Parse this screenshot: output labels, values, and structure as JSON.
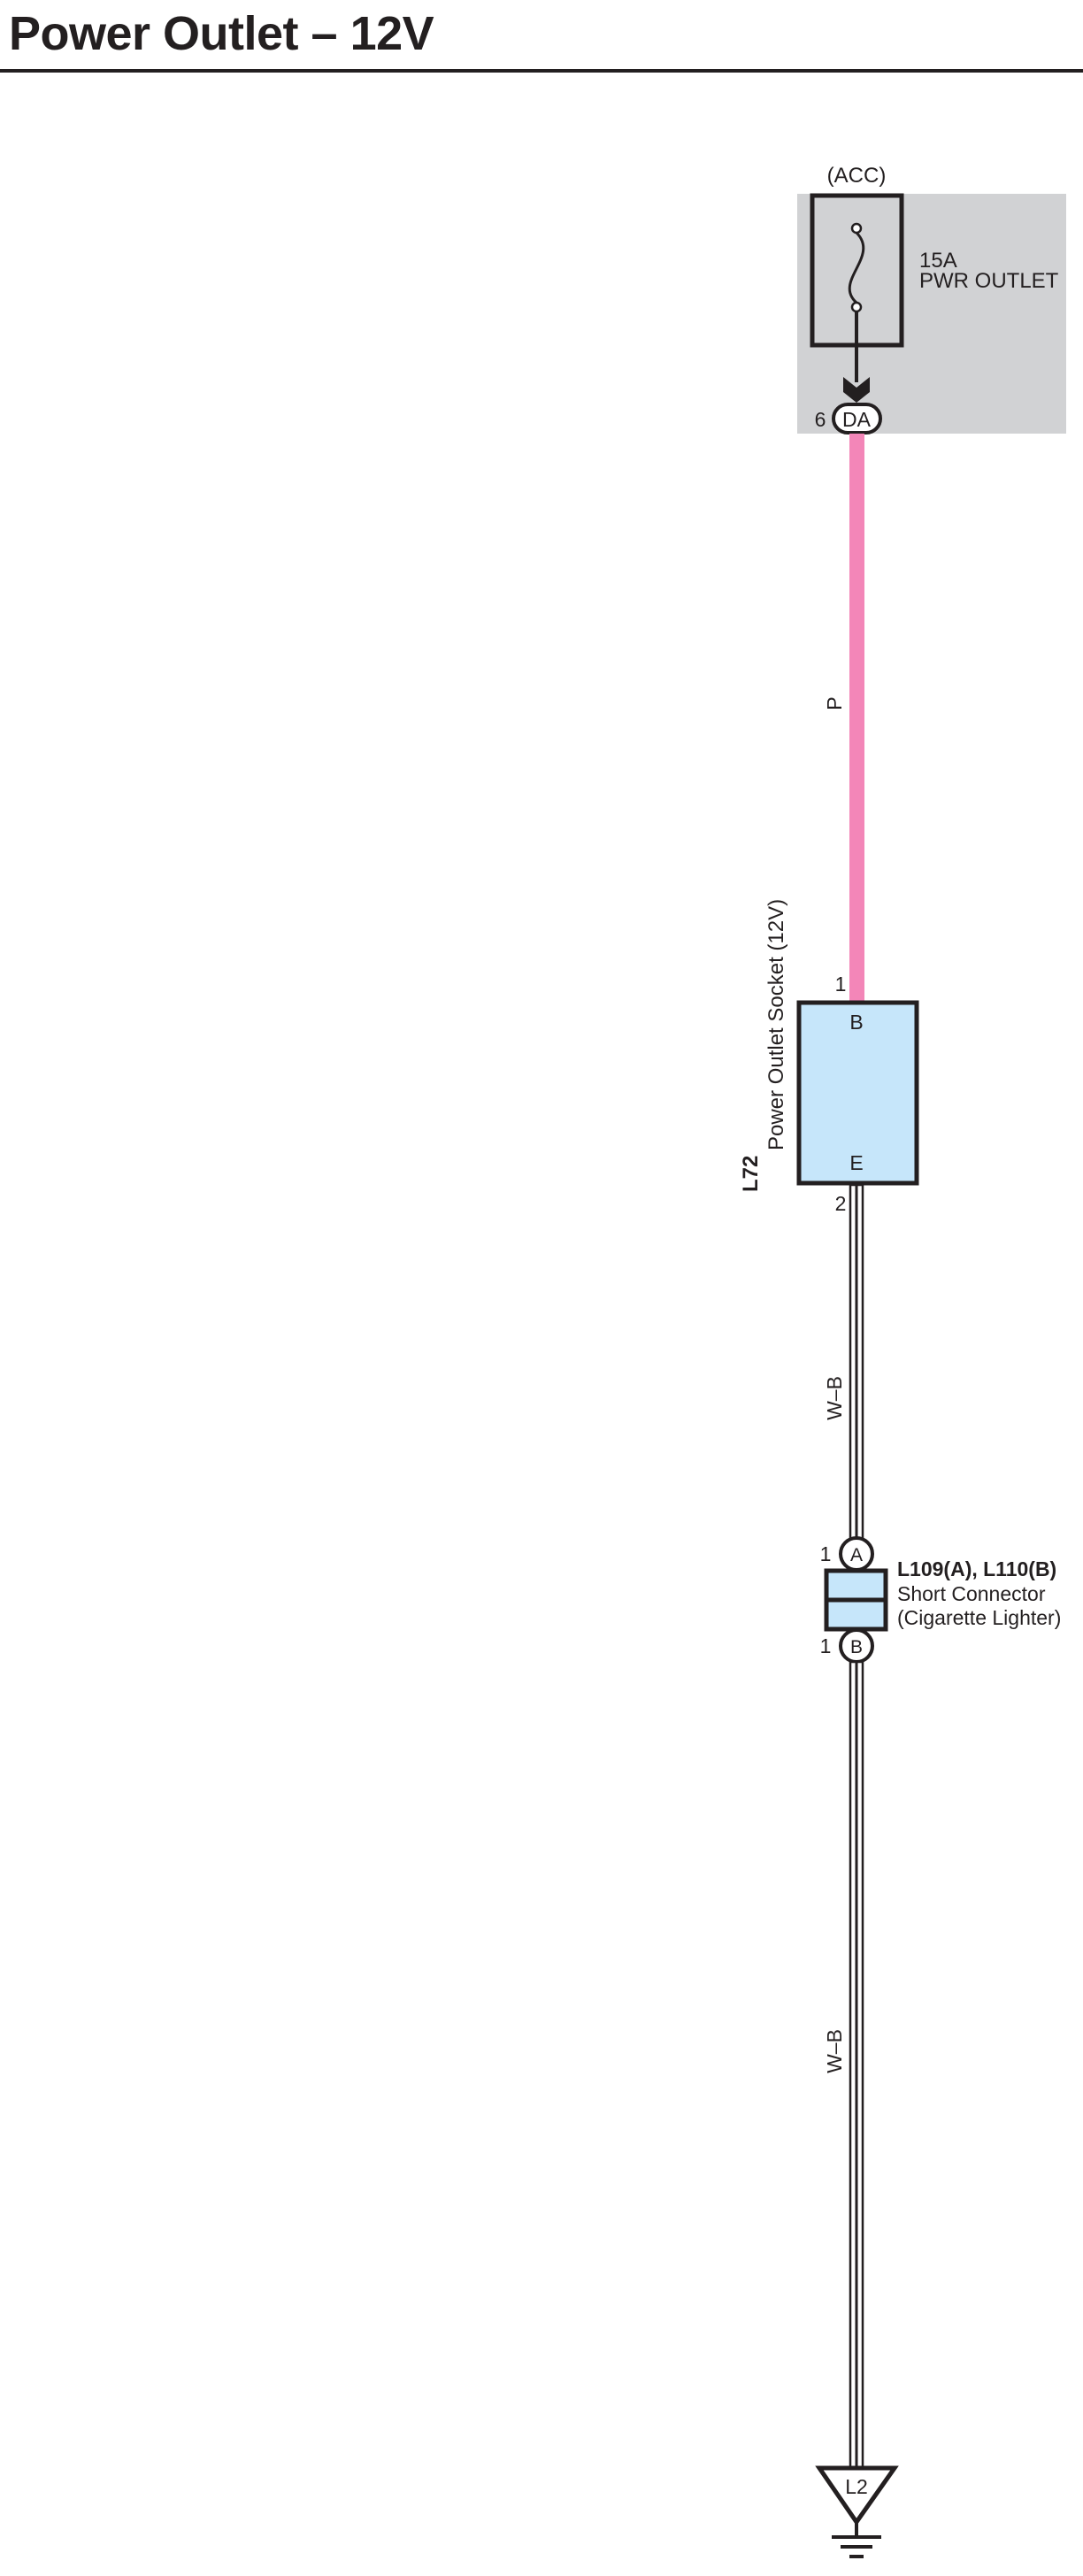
{
  "page_title": "Power Outlet – 12V",
  "colors": {
    "ink": "#231f20",
    "power_wire": "#f386b8",
    "component_fill": "#c6e6fa",
    "fuse_box_fill": "#d1d2d4"
  },
  "fuse": {
    "power_source": "(ACC)",
    "rating": "15A",
    "name": "PWR OUTLET",
    "connector_code": "DA",
    "connector_pin": "6"
  },
  "wire_power": {
    "color_code": "P"
  },
  "socket": {
    "code": "L72",
    "name": "Power Outlet Socket (12V)",
    "pin_top": "1",
    "terminal_top": "B",
    "terminal_bottom": "E",
    "pin_bottom": "2"
  },
  "wire_ground_1": {
    "color_code": "W–B"
  },
  "short_connector": {
    "code": "L109(A), L110(B)",
    "name": "Short Connector",
    "description": "(Cigarette Lighter)",
    "connector_a": "A",
    "connector_b": "B",
    "pin_a": "1",
    "pin_b": "1"
  },
  "wire_ground_2": {
    "color_code": "W–B"
  },
  "ground": {
    "code": "L2"
  }
}
